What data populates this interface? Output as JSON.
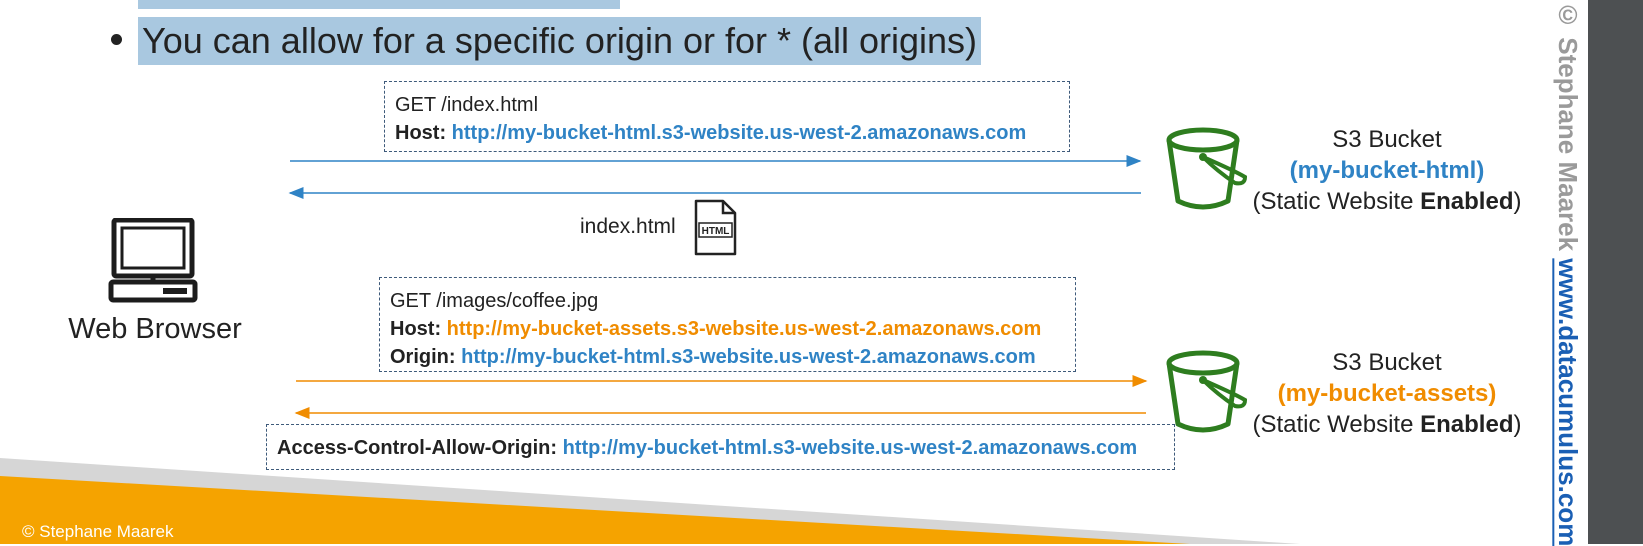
{
  "bullet": {
    "text": "You can allow for a specific origin or for * (all origins)"
  },
  "request1": {
    "line1": "GET /index.html",
    "host_key": "Host:",
    "host_value": "http://my-bucket-html.s3-website.us-west-2.amazonaws.com"
  },
  "response1": {
    "file_label": "index.html",
    "file_icon_text": "HTML"
  },
  "request2": {
    "line1": "GET /images/coffee.jpg",
    "host_key": "Host:",
    "host_value": "http://my-bucket-assets.s3-website.us-west-2.amazonaws.com",
    "origin_key": "Origin:",
    "origin_value": "http://my-bucket-html.s3-website.us-west-2.amazonaws.com"
  },
  "response2": {
    "header_key": "Access-Control-Allow-Origin:",
    "header_value": "http://my-bucket-html.s3-website.us-west-2.amazonaws.com"
  },
  "browser": {
    "label": "Web Browser"
  },
  "bucket1": {
    "title": "S3 Bucket",
    "name": "(my-bucket-html)",
    "status_prefix": "(Static Website ",
    "status_bold": "Enabled",
    "status_suffix": ")"
  },
  "bucket2": {
    "title": "S3 Bucket",
    "name": "(my-bucket-assets)",
    "status_prefix": "(Static Website ",
    "status_bold": "Enabled",
    "status_suffix": ")"
  },
  "sidebar": {
    "author": "© Stephane Maarek",
    "website": "www.datacumulus.com"
  },
  "footer": {
    "copyright": "© Stephane Maarek"
  },
  "colors": {
    "blue": "#2f83c5",
    "orange": "#f08c00",
    "bucket_green": "#2e7d1f",
    "footer_orange": "#f5a300",
    "highlight": "#a9c8e0"
  }
}
